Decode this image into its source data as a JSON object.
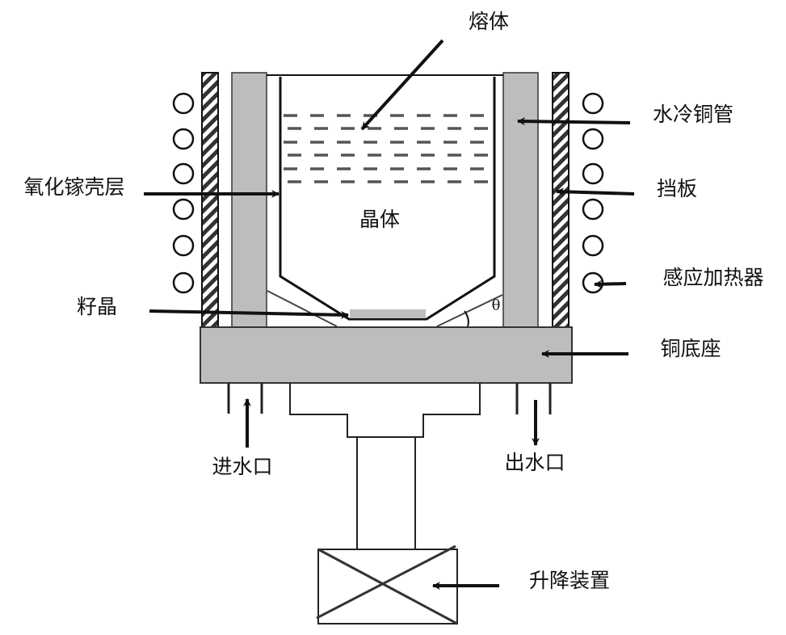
{
  "labels": {
    "melt": "熔体",
    "water_cooled_copper_tube": "水冷铜管",
    "gallium_oxide_shell": "氧化镓壳层",
    "baffle": "挡板",
    "crystal": "晶体",
    "induction_heater": "感应加热器",
    "seed_crystal": "籽晶",
    "copper_base": "铜底座",
    "water_inlet": "进水口",
    "water_outlet": "出水口",
    "lifting_device": "升降装置",
    "angle_symbol": "θ"
  },
  "colors": {
    "gray_fill": "#bdbdbd",
    "line": "#111111",
    "dash": "#555555"
  }
}
